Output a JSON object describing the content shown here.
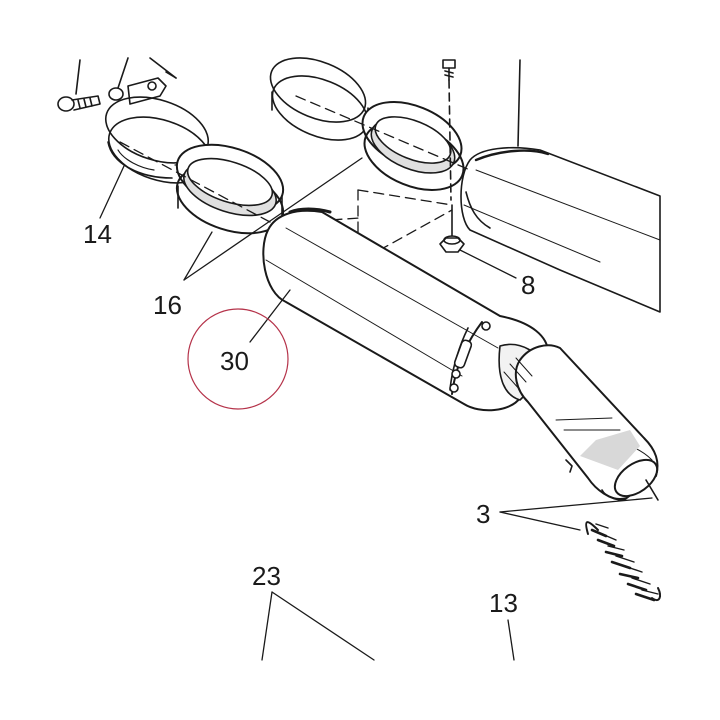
{
  "diagram": {
    "highlight_color": "#b5334a",
    "line_color": "#1a1a1a",
    "labels": {
      "p14": "14",
      "p16": "16",
      "p30": "30",
      "p8": "8",
      "p3": "3",
      "p23": "23",
      "p13": "13"
    }
  }
}
